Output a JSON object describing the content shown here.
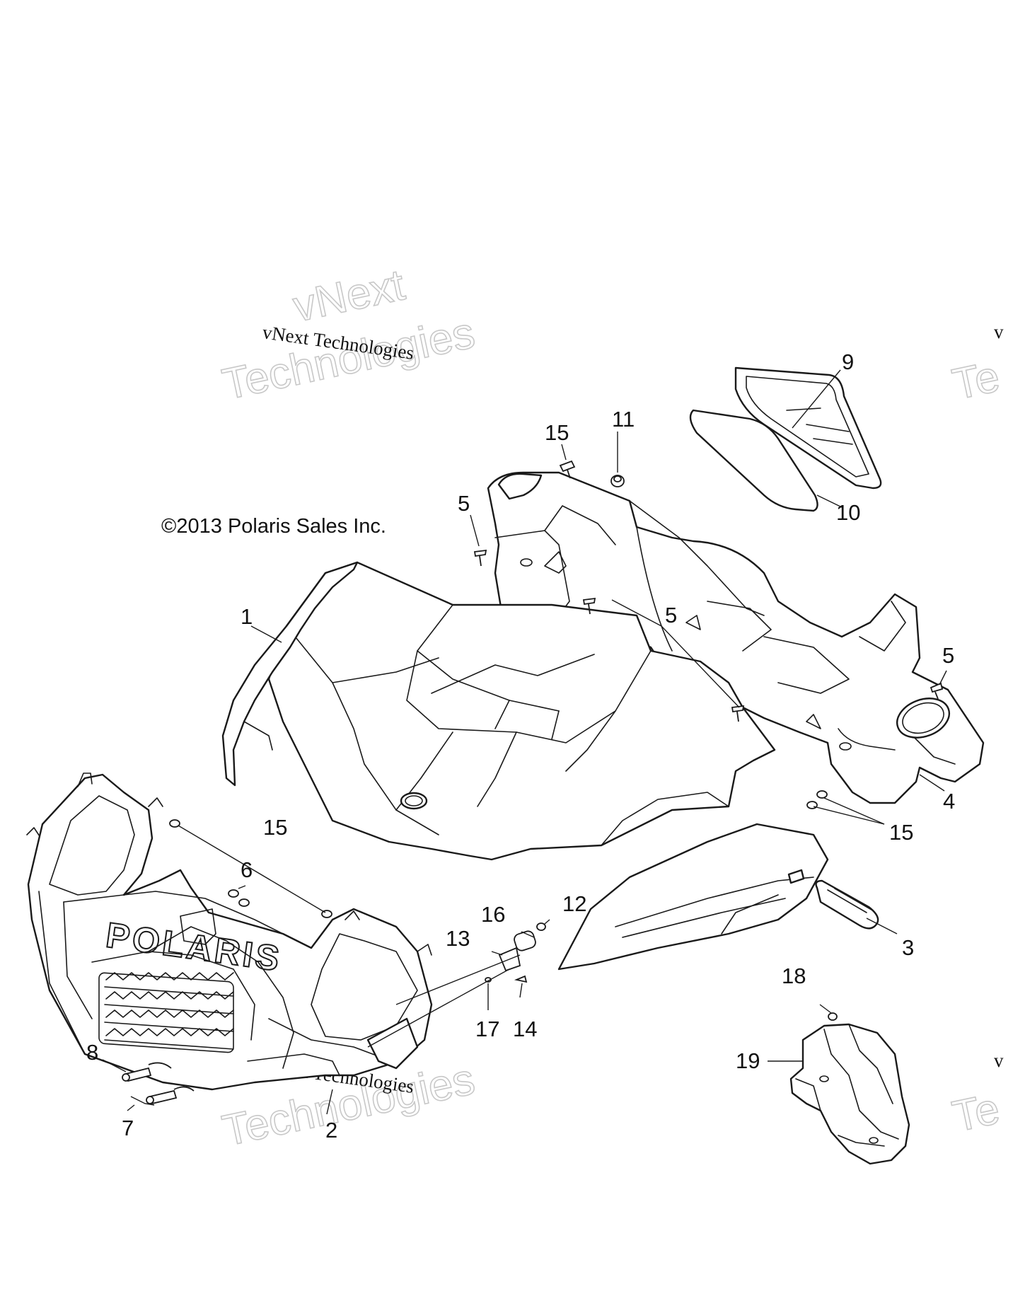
{
  "diagram": {
    "copyright": "©2013 Polaris Sales Inc.",
    "logo_text": "POLARIS",
    "watermark": {
      "line_small": "vNext Technologies",
      "line_big_1": "vNext",
      "line_big_2": "Technologies",
      "edge_fragment_small": "v",
      "edge_fragment_big": "Te"
    },
    "callouts": [
      "1",
      "2",
      "3",
      "4",
      "5",
      "6",
      "7",
      "8",
      "9",
      "10",
      "11",
      "12",
      "13",
      "14",
      "15",
      "16",
      "17",
      "18",
      "19"
    ]
  }
}
